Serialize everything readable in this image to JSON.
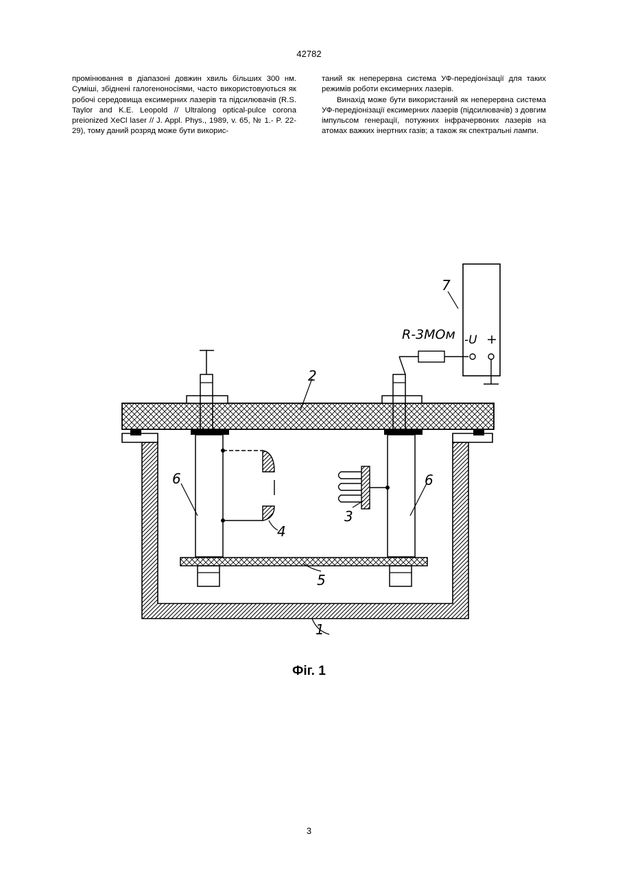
{
  "header": {
    "page_number_top": "42782"
  },
  "left_column": {
    "paragraph": "промінювання в діапазоні довжин хвиль більших 300 нм. Суміші, збіднені галогеноносіями, часто використовуються як робочі середовища ексимерних лазерів та підсилювачів (R.S. Taylor and K.E. Leopold // Ultralong optical-pulce corona preionized XeCl laser // J. Appl. Phys., 1989, v. 65, № 1.- P. 22-29), тому даний розряд може бути викорис-"
  },
  "right_column": {
    "paragraph1": "таний як неперервна система УФ-передіонізації для таких режимів роботи ексимерних лазерів.",
    "paragraph2": "Винахід може бути використаний як неперервна система УФ-передіонізації ексимерних лазерів (підсилювачів) з довгим імпульсом генерації, потужних інфрачервоних лазерів на атомах важких інертних газів; а також як спектральні лампи."
  },
  "figure": {
    "labels": {
      "housing": "1",
      "cover": "2",
      "electrode_3": "3",
      "electrode_4": "4",
      "plate": "5",
      "rod_left": "6",
      "rod_right": "6",
      "source": "7"
    },
    "resistor_label": "R-3МОм",
    "terminal_minus": "-U",
    "terminal_plus": "+"
  },
  "caption": "Фіг. 1",
  "footer": {
    "page_number_bottom": "3"
  }
}
